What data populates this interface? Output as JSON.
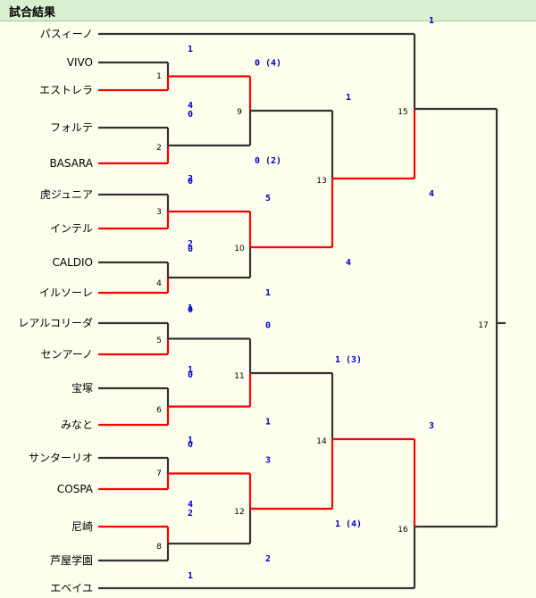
{
  "header": {
    "title": "試合結果"
  },
  "colors": {
    "winner": "#ff0000",
    "loser": "#333333",
    "score": "#0000cc"
  },
  "teams": [
    "パスィーノ",
    "VIVO",
    "エストレラ",
    "フォルテ",
    "BASARA",
    "虎ジュニア",
    "インテル",
    "CALDIO",
    "イルソーレ",
    "レアルコリーダ",
    "センアーノ",
    "宝塚",
    "みなと",
    "サンターリオ",
    "COSPA",
    "尼崎",
    "芦屋学園",
    "エベイユ"
  ],
  "matches": [
    {
      "num": "1",
      "top": {
        "team": 1,
        "score": "1"
      },
      "bottom": {
        "team": 2,
        "score": "4"
      },
      "winner": "bottom"
    },
    {
      "num": "2",
      "top": {
        "team": 3,
        "score": "0"
      },
      "bottom": {
        "team": 4,
        "score": "2"
      },
      "winner": "bottom"
    },
    {
      "num": "3",
      "top": {
        "team": 5,
        "score": "0"
      },
      "bottom": {
        "team": 6,
        "score": "2"
      },
      "winner": "bottom"
    },
    {
      "num": "4",
      "top": {
        "team": 7,
        "score": "0"
      },
      "bottom": {
        "team": 8,
        "score": "1"
      },
      "winner": "bottom"
    },
    {
      "num": "5",
      "top": {
        "team": 9,
        "score": "0"
      },
      "bottom": {
        "team": 10,
        "score": "1"
      },
      "winner": "bottom"
    },
    {
      "num": "6",
      "top": {
        "team": 11,
        "score": "0"
      },
      "bottom": {
        "team": 12,
        "score": "1"
      },
      "winner": "bottom"
    },
    {
      "num": "7",
      "top": {
        "team": 13,
        "score": "0"
      },
      "bottom": {
        "team": 14,
        "score": "4"
      },
      "winner": "bottom"
    },
    {
      "num": "8",
      "top": {
        "team": 15,
        "score": "2"
      },
      "bottom": {
        "team": 16,
        "score": "1"
      },
      "winner": "top"
    },
    {
      "num": "9",
      "top": {
        "match": "1",
        "score": "0 (4)"
      },
      "bottom": {
        "match": "2",
        "score": "0 (2)"
      },
      "winner": "top"
    },
    {
      "num": "10",
      "top": {
        "match": "3",
        "score": "5"
      },
      "bottom": {
        "match": "4",
        "score": "1"
      },
      "winner": "top"
    },
    {
      "num": "11",
      "top": {
        "match": "5",
        "score": "0"
      },
      "bottom": {
        "match": "6",
        "score": "1"
      },
      "winner": "bottom"
    },
    {
      "num": "12",
      "top": {
        "match": "7",
        "score": "3"
      },
      "bottom": {
        "match": "8",
        "score": "2"
      },
      "winner": "top"
    },
    {
      "num": "13",
      "top": {
        "match": "9",
        "score": "1"
      },
      "bottom": {
        "match": "10",
        "score": "4"
      },
      "winner": "bottom"
    },
    {
      "num": "14",
      "top": {
        "match": "11",
        "score": "1 (3)"
      },
      "bottom": {
        "match": "12",
        "score": "1 (4)"
      },
      "winner": "bottom"
    },
    {
      "num": "15",
      "top": {
        "team": 0,
        "score": "1"
      },
      "bottom": {
        "match": "13",
        "score": "4"
      },
      "winner": "bottom"
    },
    {
      "num": "16",
      "top": {
        "match": "14",
        "score": "3"
      },
      "bottom": {
        "team": 17,
        "score": "1"
      },
      "winner": "top"
    },
    {
      "num": "17",
      "top": {
        "match": "15",
        "score": ""
      },
      "bottom": {
        "match": "16",
        "score": ""
      },
      "winner": ""
    }
  ]
}
